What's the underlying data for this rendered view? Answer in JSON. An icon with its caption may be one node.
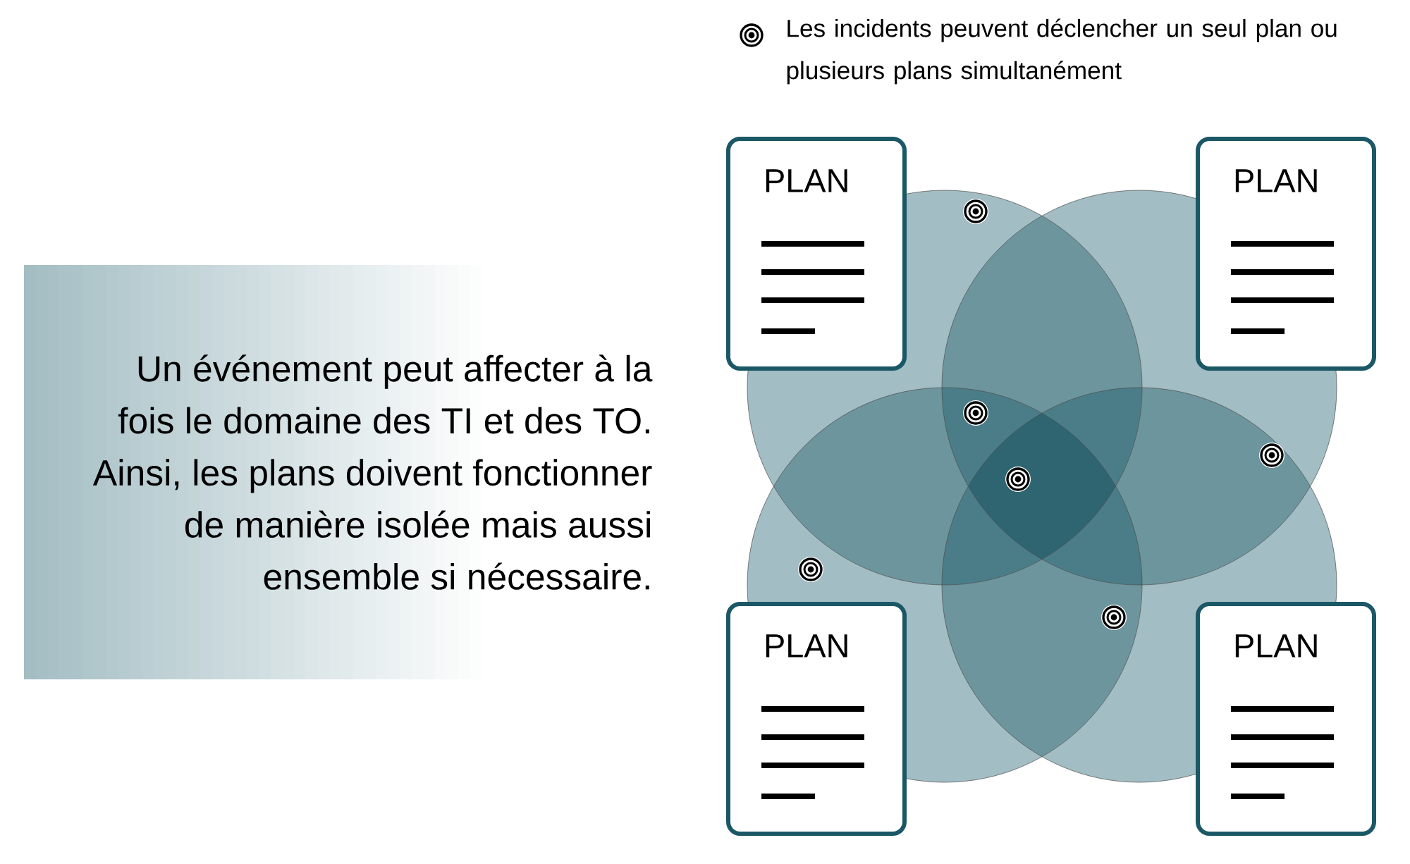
{
  "diagram": {
    "nodes": [
      {
        "text": [
          "Un événement peut affecter à la fois le domaine des TI et des TO. Ainsi, les plans doivent fonctionner de manière isolée mais aussi ensemble si nécessaire."
        ]
      },
      {
        "text": [
          "PLAN"
        ]
      },
      {
        "text": [
          "PLAN"
        ]
      },
      {
        "text": [
          "PLAN"
        ]
      },
      {
        "text": [
          "PLAN"
        ]
      }
    ],
    "legend": [
      {
        "text": "Les incidents peuvent déclencher un seul plan ou plusieurs plans simultanément"
      }
    ]
  }
}
